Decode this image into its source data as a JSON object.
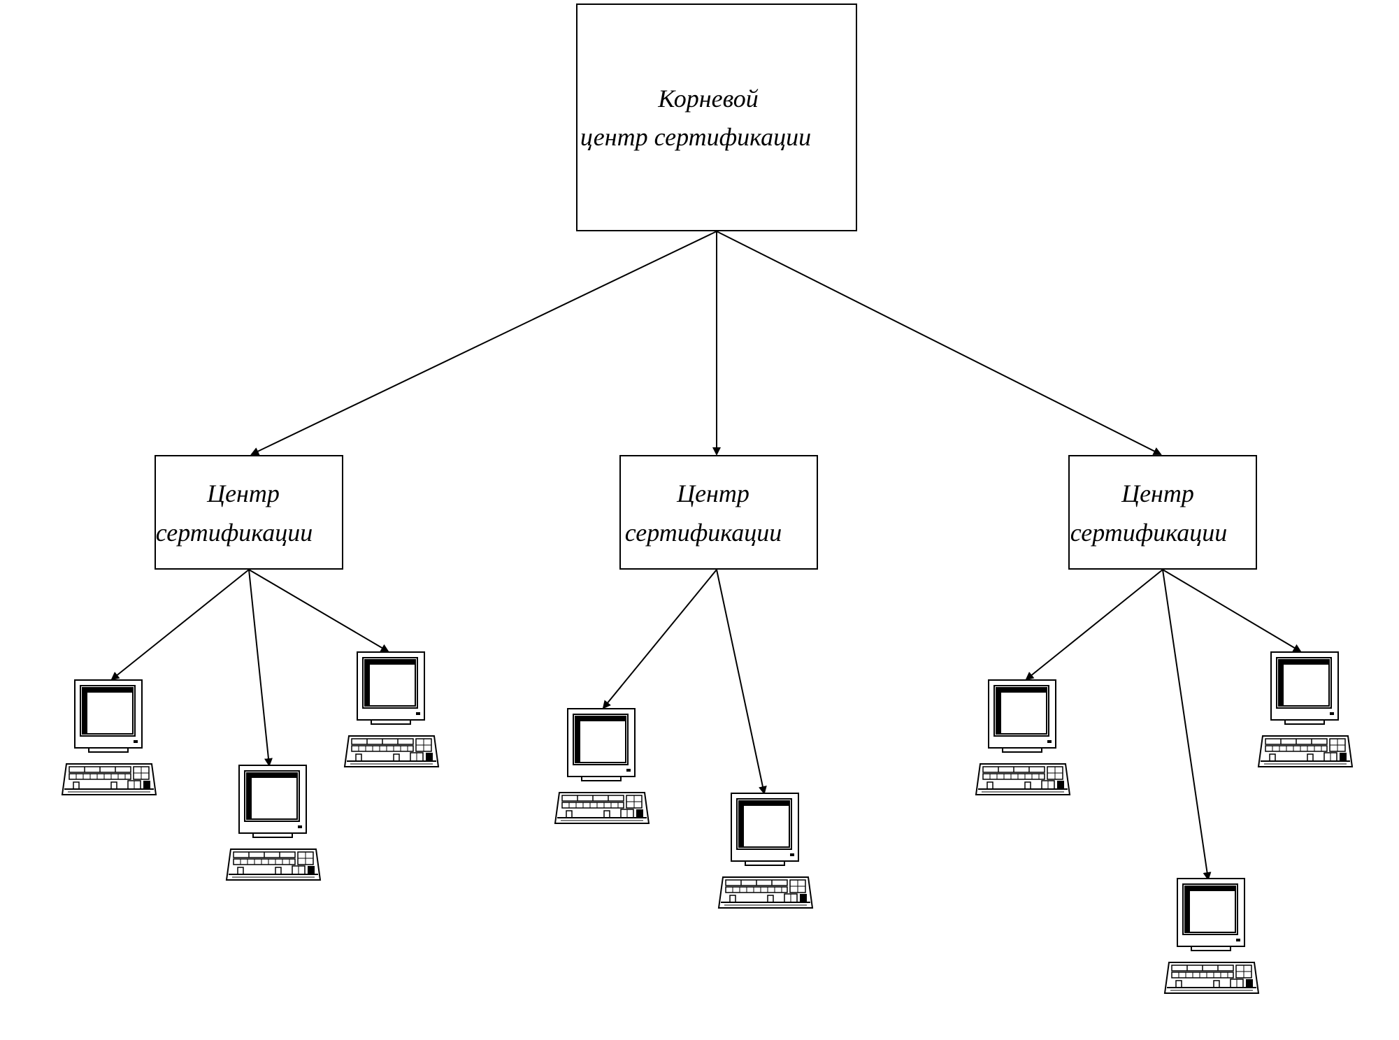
{
  "root": {
    "label_line1": "Корневой",
    "label_line2": "центр сертификации"
  },
  "centers": [
    {
      "label_line1": "Центр",
      "label_line2": "сертификации"
    },
    {
      "label_line1": "Центр",
      "label_line2": "сертификации"
    },
    {
      "label_line1": "Центр",
      "label_line2": "сертификации"
    }
  ],
  "clients_per_center": [
    3,
    2,
    3
  ],
  "icons": {
    "client": "computer-icon"
  },
  "colors": {
    "line": "#000000",
    "background": "#ffffff"
  }
}
